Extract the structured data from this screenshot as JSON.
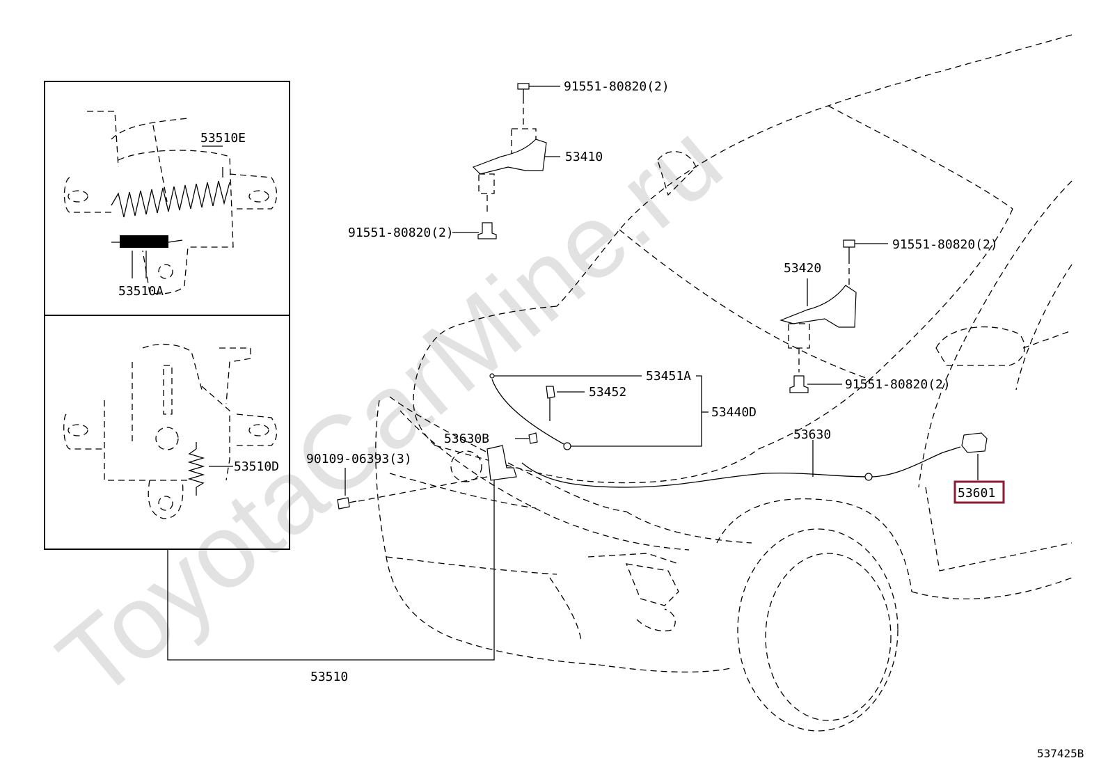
{
  "watermark": "ToyotaCarMine.ru",
  "diagram_id": "537425B",
  "highlighted_part": "53601",
  "labels": {
    "bolt_hinge_l_top": "91551-80820(2)",
    "hinge_l": "53410",
    "bolt_hinge_l_bottom": "91551-80820(2)",
    "bolt_hinge_r_top": "91551-80820(2)",
    "hinge_r": "53420",
    "bolt_hinge_r_bottom": "91551-80820(2)",
    "rod": "53451A",
    "rod_clip": "53452",
    "support_rod_assy": "53440D",
    "cable_clip": "53630B",
    "release_cable": "53630",
    "lock_bolt": "90109-06393(3)",
    "release_lever": "53601",
    "lock_assy": "53510",
    "spring_e": "53510E",
    "spring_a": "53510A",
    "spring_d": "53510D"
  }
}
